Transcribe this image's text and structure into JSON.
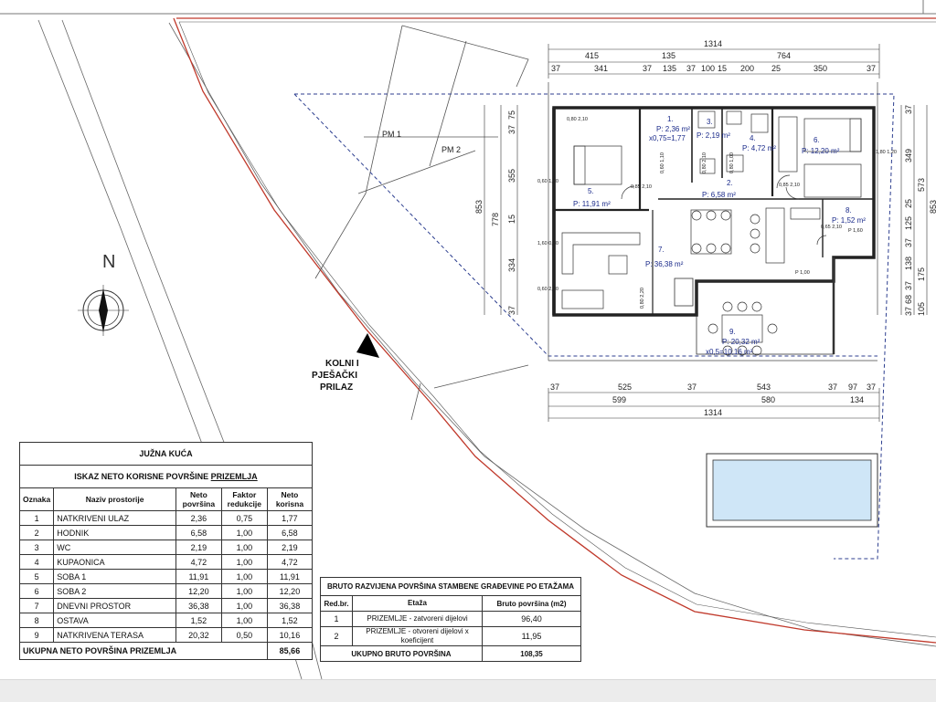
{
  "parcels": [
    "PM 1",
    "PM 2"
  ],
  "north": "N",
  "access": [
    "KOLNI I",
    "PJEŠAČKI",
    "PRILAZ"
  ],
  "dims": {
    "top_total": "1314",
    "top_mid": [
      "415",
      "135",
      "764"
    ],
    "top_detail": [
      "37",
      "341",
      "37",
      "135",
      "37",
      "100",
      "15",
      "200",
      "25",
      "350",
      "37"
    ],
    "bottom_detail": [
      "37",
      "525",
      "37",
      "543",
      "37",
      "97",
      "37"
    ],
    "bottom_mid": [
      "599",
      "580",
      "134"
    ],
    "bottom_total": "1314",
    "left_inner": [
      "75",
      "37",
      "355",
      "15",
      "334",
      "37"
    ],
    "left_mid": "778",
    "left_total": "853",
    "right_inner": [
      "37",
      "349",
      "25",
      "125",
      "37",
      "138",
      "37",
      "68",
      "37",
      "105"
    ],
    "right_mid": [
      "573",
      "175"
    ],
    "right_total": "853"
  },
  "rooms": [
    {
      "num": "1.",
      "area": "P: 2,36 m²",
      "coef": "x0,75=1,77"
    },
    {
      "num": "2.",
      "area": "P: 6,58 m²"
    },
    {
      "num": "3.",
      "area": "P: 2,19 m²"
    },
    {
      "num": "4.",
      "area": "P: 4,72 m²"
    },
    {
      "num": "5.",
      "area": "P: 11,91 m²"
    },
    {
      "num": "6.",
      "area": "P: 12,20 m²"
    },
    {
      "num": "7.",
      "area": "P: 36,38 m²"
    },
    {
      "num": "8.",
      "area": "P: 1,52 m²"
    },
    {
      "num": "9.",
      "area": "P: 20,32 m²",
      "coef": "x0,5=10,16 m²"
    }
  ],
  "door_marks": [
    "0,80 2,10",
    "0,60 1,10",
    "0,85 2,10",
    "0,80 2,10",
    "0,80 1,00",
    "0,85 2,10",
    "0,65 2,10",
    "0,60 1,20",
    "1,80 1,20",
    "1,60 0,60",
    "P 1,00",
    "P 1,60",
    "0,60 2,20",
    "0,80 2,20"
  ],
  "table_net": {
    "title": "JUŽNA KUĆA",
    "subtitle": "ISKAZ NETO KORISNE POVRŠINE",
    "subtitle_ul": "PRIZEMLJA",
    "headers": [
      "Oznaka",
      "Naziv prostorije",
      "Neto površina",
      "Faktor redukcije",
      "Neto korisna"
    ],
    "rows": [
      [
        "1",
        "NATKRIVENI ULAZ",
        "2,36",
        "0,75",
        "1,77"
      ],
      [
        "2",
        "HODNIK",
        "6,58",
        "1,00",
        "6,58"
      ],
      [
        "3",
        "WC",
        "2,19",
        "1,00",
        "2,19"
      ],
      [
        "4",
        "KUPAONICA",
        "4,72",
        "1,00",
        "4,72"
      ],
      [
        "5",
        "SOBA 1",
        "11,91",
        "1,00",
        "11,91"
      ],
      [
        "6",
        "SOBA 2",
        "12,20",
        "1,00",
        "12,20"
      ],
      [
        "7",
        "DNEVNI PROSTOR",
        "36,38",
        "1,00",
        "36,38"
      ],
      [
        "8",
        "OSTAVA",
        "1,52",
        "1,00",
        "1,52"
      ],
      [
        "9",
        "NATKRIVENA TERASA",
        "20,32",
        "0,50",
        "10,16"
      ]
    ],
    "total_label": "UKUPNA NETO POVRŠINA PRIZEMLJA",
    "total_value": "85,66"
  },
  "table_gross": {
    "title": "BRUTO RAZVIJENA POVRŠINA STAMBENE GRAĐEVINE PO ETAŽAMA",
    "headers": [
      "Red.br.",
      "Etaža",
      "Bruto površina (m2)"
    ],
    "rows": [
      [
        "1",
        "PRIZEMLJE - zatvoreni dijelovi",
        "96,40"
      ],
      [
        "2",
        "PRIZEMLJE - otvoreni dijelovi x koeficijent",
        "11,95"
      ]
    ],
    "total_label": "UKUPNO BRUTO POVRŠINA",
    "total_value": "108,35"
  }
}
